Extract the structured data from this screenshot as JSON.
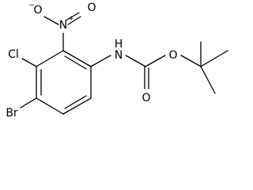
{
  "molecule": {
    "atoms": {
      "nitro_o_left": "O",
      "nitro_o_left_charge": "−",
      "nitro_n": "N",
      "nitro_n_charge": "+",
      "nitro_o_top": "O",
      "chlorine": "Cl",
      "bromine": "Br",
      "amide_n": "N",
      "amide_h": "H",
      "carbonyl_o": "O",
      "ester_o": "O"
    }
  }
}
